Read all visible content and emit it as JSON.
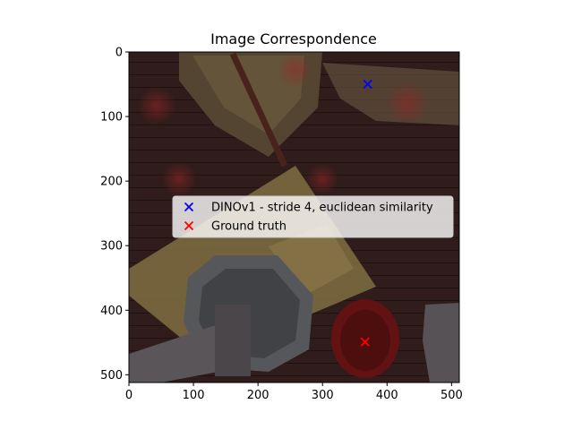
{
  "chart_data": {
    "type": "scatter",
    "title": "Image Correspondence",
    "xlabel": "",
    "ylabel": "",
    "xlim": [
      0,
      512
    ],
    "ylim": [
      512,
      0
    ],
    "x_ticks": [
      0,
      100,
      200,
      300,
      400,
      500
    ],
    "y_ticks": [
      0,
      100,
      200,
      300,
      400,
      500
    ],
    "background": "image",
    "grid": false,
    "legend_position": "center",
    "series": [
      {
        "name": "DINOv1 - stride 4, euclidean similarity",
        "marker": "x",
        "color": "#0000ff",
        "points": [
          {
            "x": 370,
            "y": 50
          }
        ]
      },
      {
        "name": "Ground truth",
        "marker": "x",
        "color": "#ff0000",
        "points": [
          {
            "x": 366,
            "y": 449
          }
        ]
      }
    ]
  }
}
